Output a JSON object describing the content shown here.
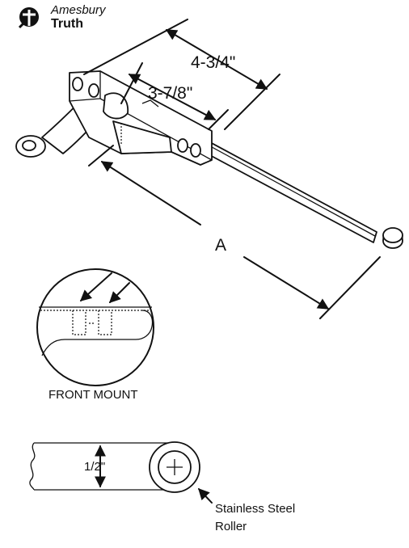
{
  "brand": {
    "name_top": "Amesbury",
    "name_bottom": "Truth"
  },
  "dimensions": {
    "outer": "4-3/4\"",
    "inner": "3-7/8\"",
    "length": "A",
    "roller_height": "1/2\""
  },
  "captions": {
    "front_mount": "FRONT MOUNT",
    "roller_line1": "Stainless Steel",
    "roller_line2": "Roller"
  },
  "colors": {
    "ink": "#111111",
    "background": "#ffffff"
  }
}
